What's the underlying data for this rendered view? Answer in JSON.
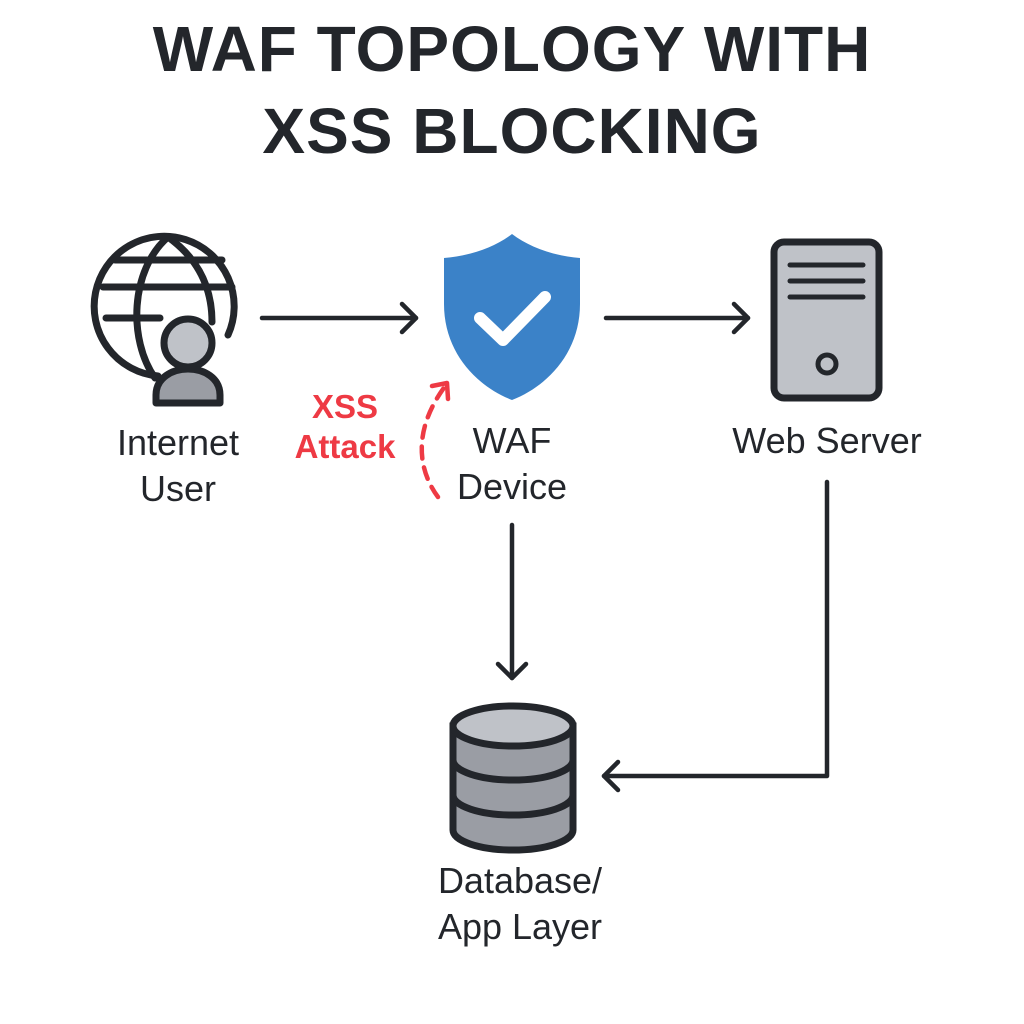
{
  "title": {
    "line1": "WAF TOPOLOGY WITH",
    "line2": "XSS BLOCKING"
  },
  "nodes": [
    {
      "id": "internet-user",
      "label_line1": "Internet",
      "label_line2": "User",
      "icon": "globe-user-icon"
    },
    {
      "id": "waf-device",
      "label_line1": "WAF",
      "label_line2": "Device",
      "icon": "shield-check-icon"
    },
    {
      "id": "web-server",
      "label_line1": "Web Server",
      "icon": "server-icon"
    },
    {
      "id": "database",
      "label_line1": "Database/",
      "label_line2": "App Layer",
      "icon": "database-icon"
    }
  ],
  "edges": [
    {
      "from": "internet-user",
      "to": "waf-device",
      "style": "solid"
    },
    {
      "from": "waf-device",
      "to": "web-server",
      "style": "solid"
    },
    {
      "from": "waf-device",
      "to": "database",
      "style": "solid"
    },
    {
      "from": "web-server",
      "to": "database",
      "style": "solid"
    },
    {
      "from": "attack",
      "to": "waf-device",
      "style": "dashed",
      "label": "XSS Attack"
    }
  ],
  "attack": {
    "line1": "XSS",
    "line2": "Attack"
  },
  "colors": {
    "ink": "#23262b",
    "shield": "#3b82c8",
    "attack": "#ee3a44",
    "icon_fill": "#bfc2c8",
    "icon_fill_dark": "#9a9da4"
  }
}
